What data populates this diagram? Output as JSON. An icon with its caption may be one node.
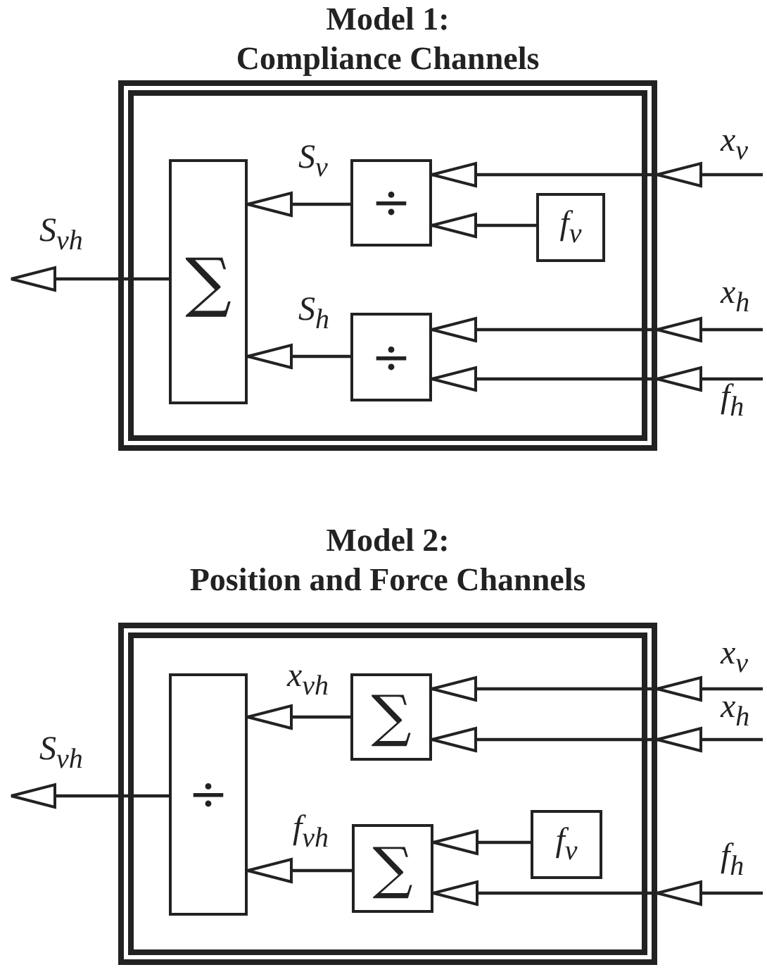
{
  "diagram": {
    "nodes": [
      {
        "text": [
          "Model 1:",
          "Compliance Channels"
        ]
      },
      {
        "text": [
          "∑"
        ],
        "in": 0
      },
      {
        "text": [
          "÷"
        ],
        "in": 0
      },
      {
        "text": [
          "f$_{v}$"
        ],
        "in": 0
      },
      {
        "text": [
          "÷"
        ],
        "in": 0
      },
      {
        "text": [
          "Model 2:",
          "Position and Force Channels"
        ]
      },
      {
        "text": [
          "÷"
        ],
        "in": 5
      },
      {
        "text": [
          "∑"
        ],
        "in": 5
      },
      {
        "text": [
          "∑"
        ],
        "in": 5
      },
      {
        "text": [
          "f$_{v}$"
        ],
        "in": 5
      }
    ],
    "edges": [
      {
        "from": 2,
        "to": 1,
        "arrow": "to",
        "label": "S$_{v}$"
      },
      {
        "from": 4,
        "to": 1,
        "arrow": "to",
        "label": "S$_{h}$"
      },
      {
        "from": 3,
        "to": 2,
        "arrow": "to"
      },
      {
        "from": null,
        "to": 2,
        "arrow": "to",
        "label": "x$_{v}$"
      },
      {
        "from": null,
        "to": 4,
        "arrow": "to",
        "label": "x$_{h}$"
      },
      {
        "from": null,
        "to": 4,
        "arrow": "to",
        "label": "f$_{h}$"
      },
      {
        "from": 1,
        "to": null,
        "arrow": "to",
        "label": "S$_{vh}$"
      },
      {
        "from": 7,
        "to": 6,
        "arrow": "to",
        "label": "x$_{vh}$"
      },
      {
        "from": 8,
        "to": 6,
        "arrow": "to",
        "label": "f$_{vh}$"
      },
      {
        "from": null,
        "to": 7,
        "arrow": "to",
        "label": "x$_{v}$"
      },
      {
        "from": null,
        "to": 7,
        "arrow": "to",
        "label": "x$_{h}$"
      },
      {
        "from": 9,
        "to": 8,
        "arrow": "to"
      },
      {
        "from": null,
        "to": 8,
        "arrow": "to",
        "label": "f$_{h}$"
      },
      {
        "from": 6,
        "to": null,
        "arrow": "to",
        "label": "S$_{vh}$"
      }
    ]
  }
}
